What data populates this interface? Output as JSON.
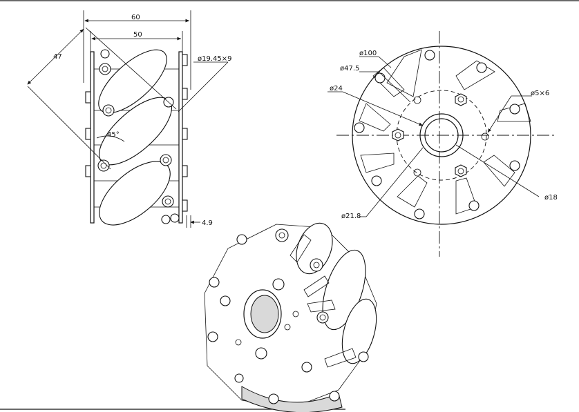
{
  "side_view": {
    "dim_overall_width": "60",
    "dim_plate_width": "50",
    "dim_diagonal": "47",
    "dim_roller_hole": "ø19.45×9",
    "dim_angle": "45°",
    "dim_offset": "4.9"
  },
  "front_view": {
    "dim_outer": "ø100",
    "dim_bolt_circle": "ø47.5",
    "dim_hub_outer": "ø24",
    "dim_hub_bore": "ø18",
    "dim_mount_holes": "ø5×6",
    "dim_flange": "ø21.8"
  }
}
